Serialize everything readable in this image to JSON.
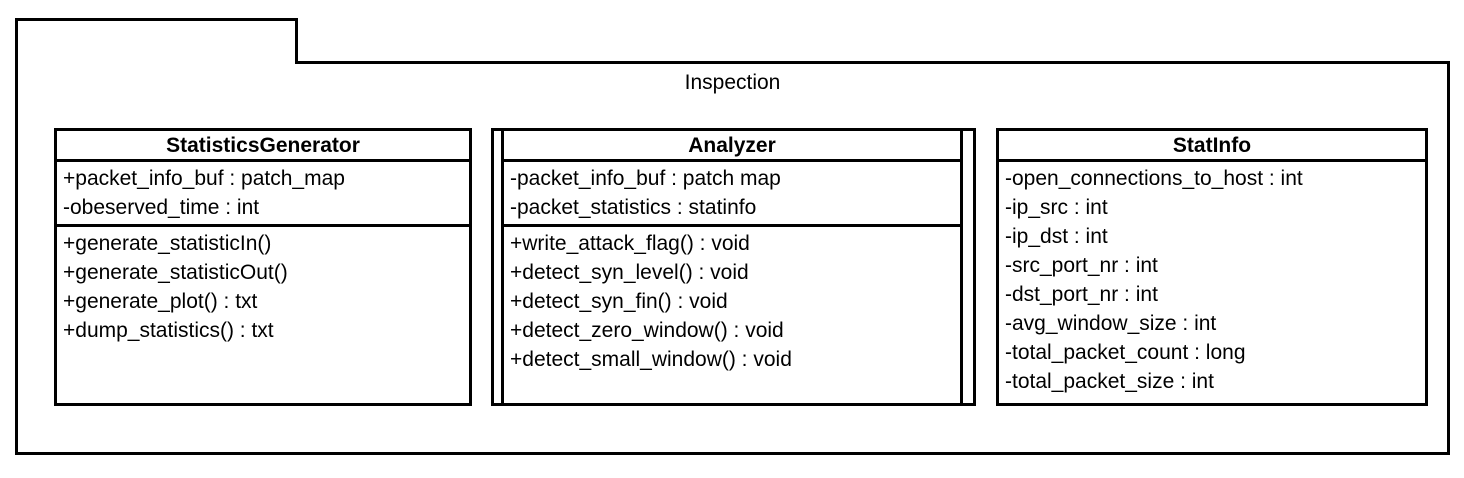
{
  "diagram": {
    "type": "uml-class-diagram",
    "package": {
      "tab_label": "",
      "title": "Inspection"
    },
    "classes": [
      {
        "id": "statistics-generator",
        "name": "StatisticsGenerator",
        "attributes": [
          "+packet_info_buf : patch_map",
          "-obeserved_time : int"
        ],
        "operations": [
          "+generate_statisticIn()",
          "+generate_statisticOut()",
          "+generate_plot() : txt",
          "+dump_statistics() : txt"
        ]
      },
      {
        "id": "analyzer",
        "name": "Analyzer",
        "attributes": [
          "-packet_info_buf : patch map",
          "-packet_statistics : statinfo"
        ],
        "operations": [
          "+write_attack_flag() : void",
          "+detect_syn_level() : void",
          "+detect_syn_fin() : void",
          "+detect_zero_window() : void",
          "+detect_small_window() : void"
        ]
      },
      {
        "id": "statinfo",
        "name": "StatInfo",
        "attributes": [
          "-open_connections_to_host : int",
          "-ip_src : int",
          "-ip_dst : int",
          "-src_port_nr : int",
          "-dst_port_nr : int",
          "-avg_window_size : int",
          "-total_packet_count : long",
          "-total_packet_size : int"
        ],
        "operations": []
      }
    ]
  },
  "colors": {
    "stroke": "#000000",
    "background": "#ffffff",
    "text": "#000000"
  }
}
